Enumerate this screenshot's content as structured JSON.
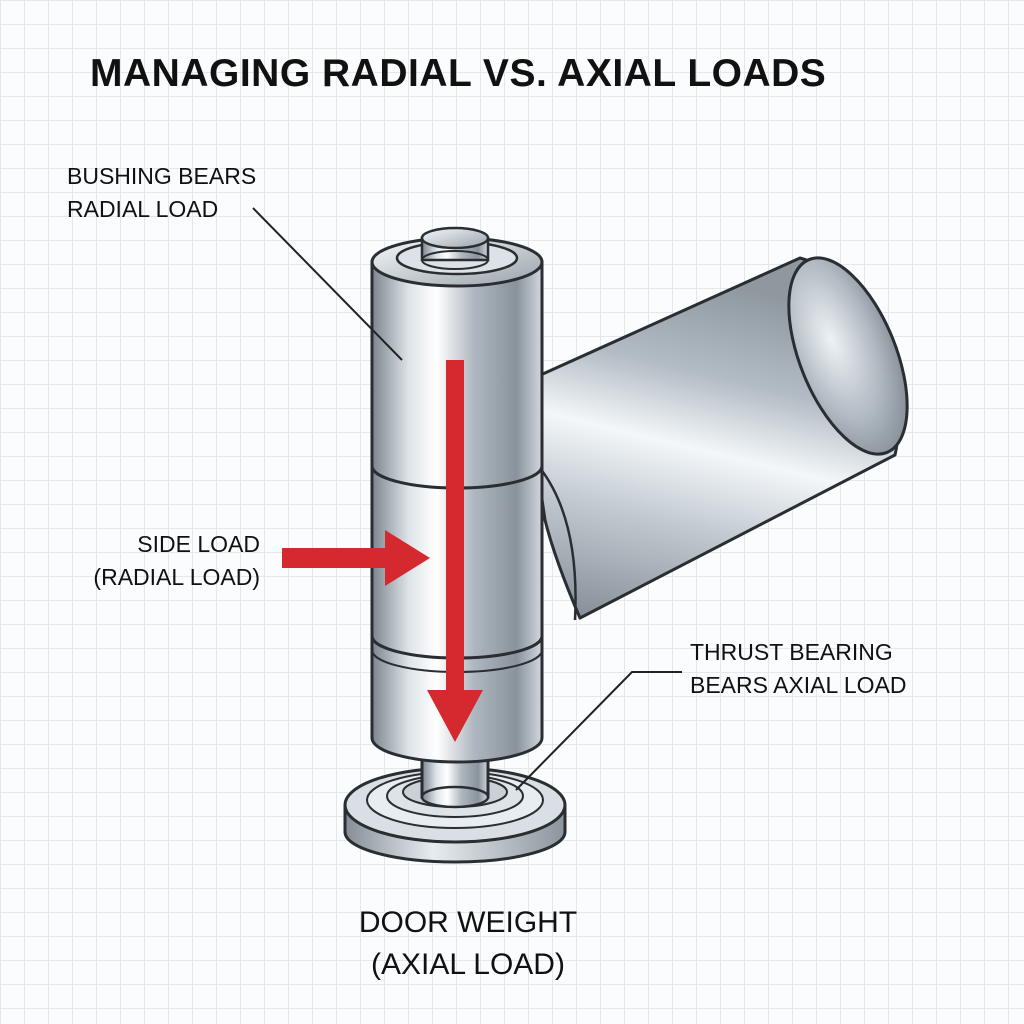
{
  "diagram": {
    "title": "MANAGING RADIAL VS. AXIAL LOADS",
    "labels": {
      "bushing": [
        "BUSHING BEARS",
        "RADIAL LOAD"
      ],
      "side_load": [
        "SIDE LOAD",
        "(RADIAL LOAD)"
      ],
      "thrust": [
        "THRUST BEARING",
        "BEARS AXIAL LOAD"
      ],
      "door_weight": [
        "DOOR WEIGHT",
        "(AXIAL LOAD)"
      ]
    },
    "colors": {
      "arrow": "#d42a2f",
      "metal_dark": "#5f6870",
      "metal_light": "#f2f5f8",
      "outline": "#2a2e33"
    }
  }
}
